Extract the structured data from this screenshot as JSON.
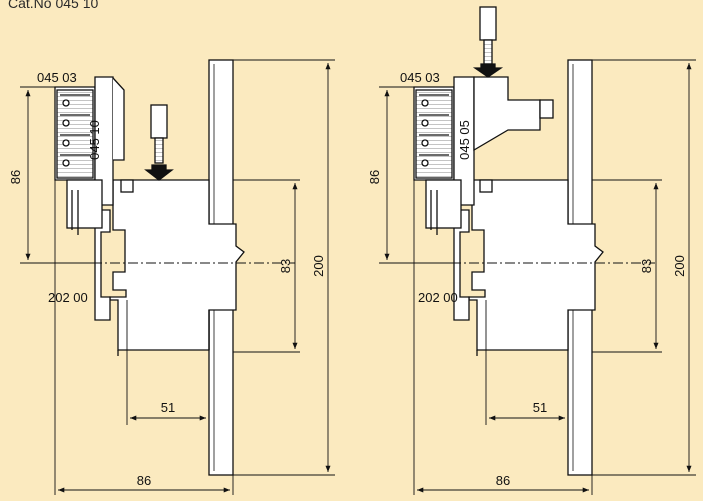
{
  "header": {
    "cat_no": "Cat.No 045 10"
  },
  "left_view": {
    "top_part": "045 03",
    "module": "045 10",
    "rail": "202 00",
    "dims": {
      "height_86": "86",
      "height_83": "83",
      "height_200": "200",
      "depth_51": "51",
      "width_86": "86"
    }
  },
  "right_view": {
    "top_part": "045 03",
    "module": "045 05",
    "rail": "202 00",
    "dims": {
      "height_86": "86",
      "height_83": "83",
      "height_200": "200",
      "depth_51": "51",
      "width_86": "86"
    }
  },
  "colors": {
    "background": "#fbeabf",
    "body": "#ffffff",
    "line": "#111111",
    "hatch": "#999999"
  }
}
